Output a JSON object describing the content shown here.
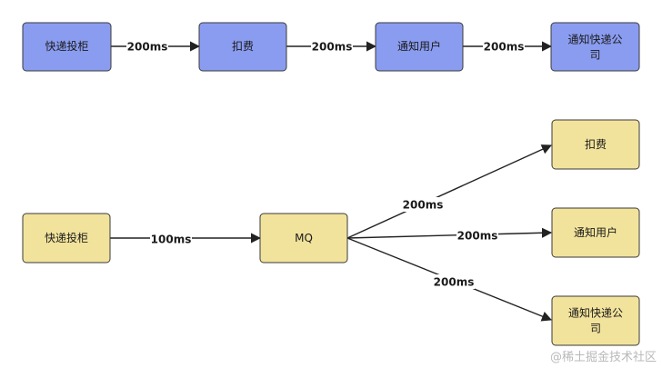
{
  "top_row": {
    "nodes": [
      "快递投柜",
      "扣费",
      "通知用户",
      "通知快递公司"
    ],
    "edge_labels": [
      "200ms",
      "200ms",
      "200ms"
    ]
  },
  "bottom_row": {
    "source": "快递投柜",
    "queue": "MQ",
    "source_to_queue_label": "100ms",
    "targets": [
      "扣费",
      "通知用户",
      "通知快递公司"
    ],
    "target_edge_labels": [
      "200ms",
      "200ms",
      "200ms"
    ]
  },
  "colors": {
    "blue": "#8a9cf0",
    "yellow": "#f2e39c"
  },
  "watermark": "@稀土掘金技术社区"
}
